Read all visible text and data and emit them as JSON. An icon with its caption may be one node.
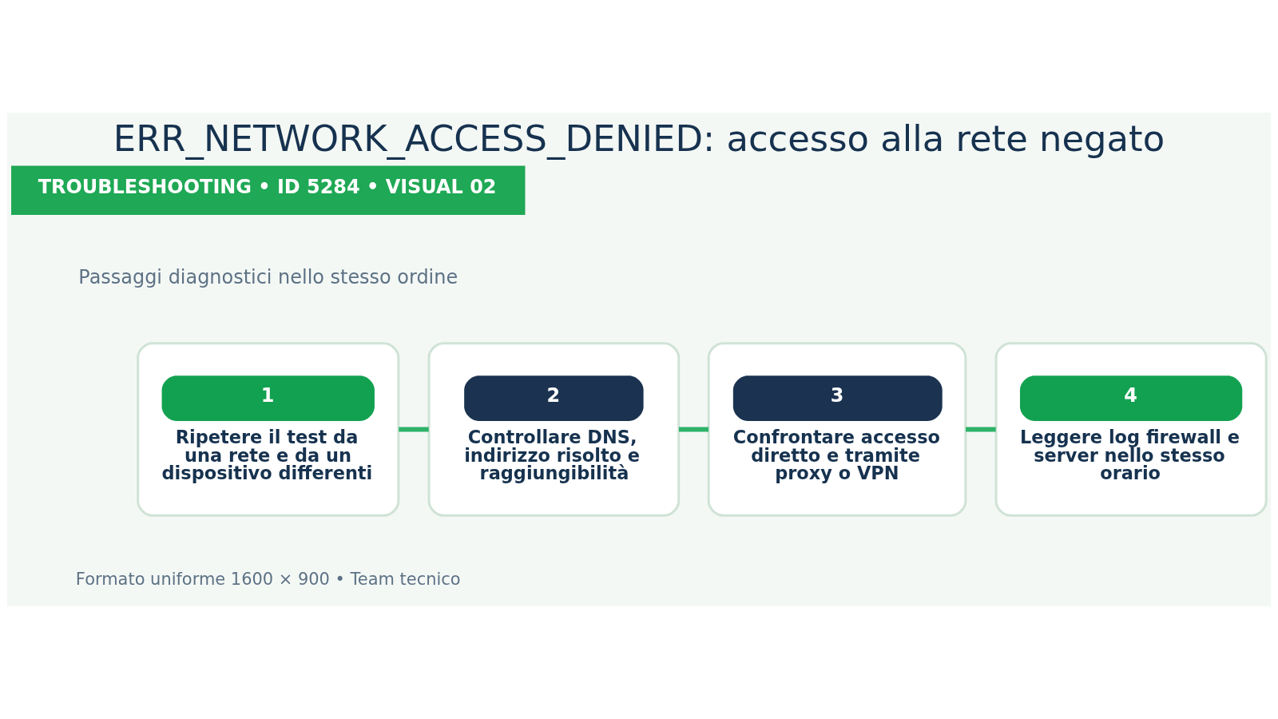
{
  "diagram": {
    "title": "ERR_NETWORK_ACCESS_DENIED: accesso alla rete negato",
    "nodes": [
      {
        "text": [
          "1",
          "Ripetere il test da una rete e da un dispositivo differenti"
        ]
      },
      {
        "text": [
          "2",
          "Controllare DNS, indirizzo risolto e raggiungibilità"
        ]
      },
      {
        "text": [
          "3",
          "Confrontare accesso diretto e tramite proxy o VPN"
        ]
      },
      {
        "text": [
          "4",
          "Leggere log firewall e server nello stesso orario"
        ]
      }
    ],
    "edges": [
      {
        "from": 0,
        "to": 1,
        "arrow": "none"
      },
      {
        "from": 1,
        "to": 2,
        "arrow": "none"
      },
      {
        "from": 2,
        "to": 3,
        "arrow": "none"
      }
    ],
    "labels": [
      "TROUBLESHOOTING • ID 5284 • VISUAL 02",
      "Passaggi diagnostici nello stesso ordine",
      "Formato uniforme 1600 × 900 • Team tecnico"
    ]
  }
}
